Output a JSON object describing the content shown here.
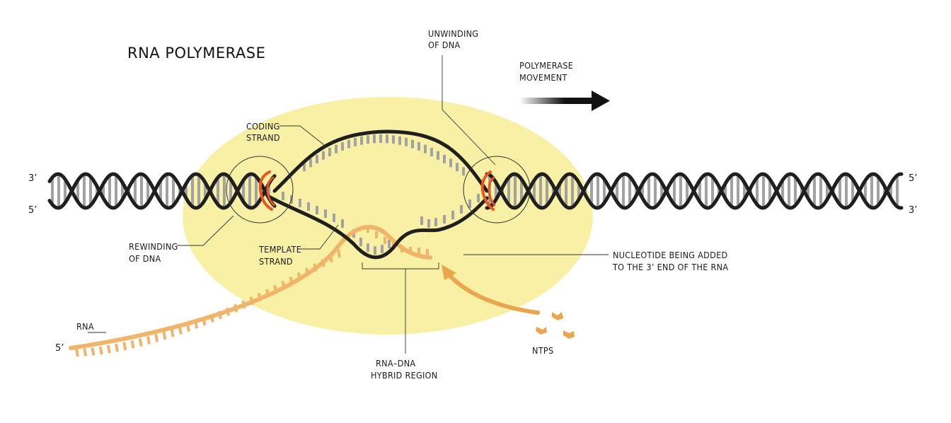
{
  "title": "RNA POLYMERASE",
  "labels": {
    "unwinding": [
      "UNWINDING",
      "OF DNA"
    ],
    "movement": [
      "POLYMERASE",
      "MOVEMENT"
    ],
    "coding": [
      "CODING",
      "STRAND"
    ],
    "rewinding": [
      "REWINDING",
      "OF DNA"
    ],
    "template": [
      "TEMPLATE",
      "STRAND"
    ],
    "nucleotide": [
      "NUCLEOTIDE BEING ADDED",
      "TO THE 3’ END OF THE RNA"
    ],
    "rna": "RNA",
    "rna_five_prime": "5’",
    "hybrid": [
      "RNA–DNA",
      "HYBRID REGION"
    ],
    "ntps": "NTPS"
  },
  "strand_ends": {
    "left_top": "3’",
    "left_bottom": "5’",
    "right_top": "5’",
    "right_bottom": "3’"
  },
  "colors": {
    "polymerase": "#f8f0a4",
    "dna_strand": "#1f1f1f",
    "base_pair": "#a2a2a4",
    "rna": "#f0b56a",
    "clamp": "#e8571d",
    "ntp": "#eaa64e",
    "arrow": "#111111"
  }
}
